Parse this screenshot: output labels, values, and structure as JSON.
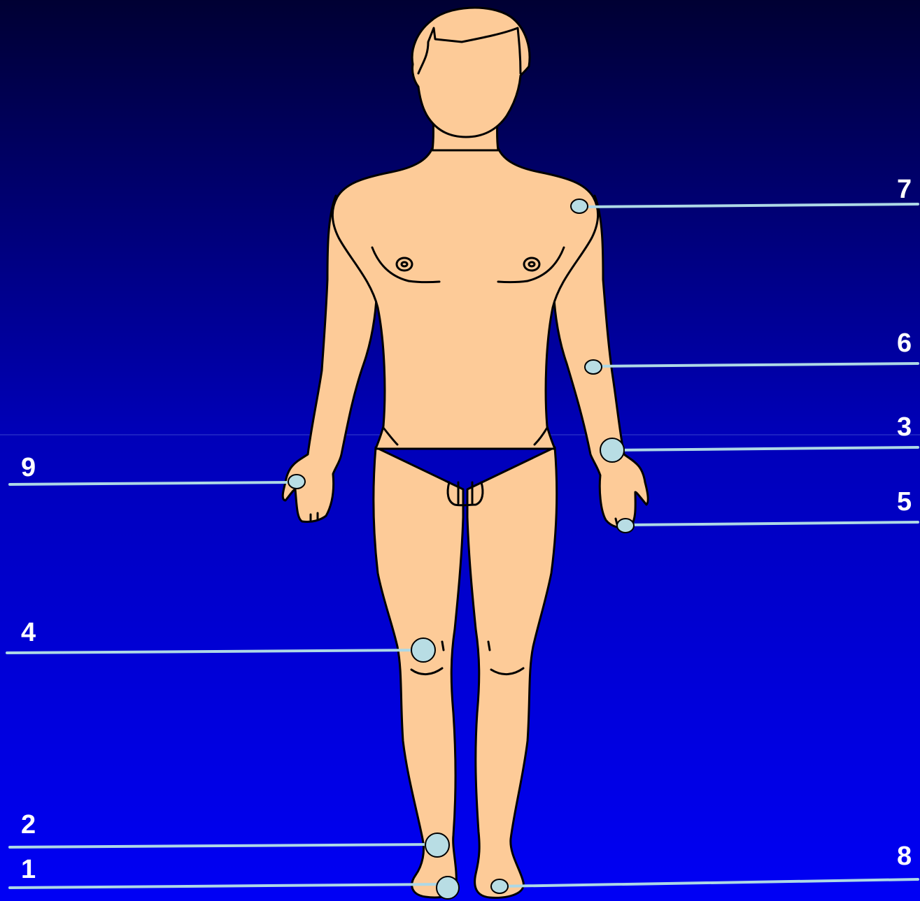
{
  "background": {
    "top_color": "#000033",
    "bottom_color": "#0000f5"
  },
  "figure": {
    "skin_color": "#fdcb98",
    "outline_color": "#000000",
    "marker_color": "#b8dde4",
    "leader_color": "#add8e6"
  },
  "labels": {
    "l1": "1",
    "l2": "2",
    "l3": "3",
    "l4": "4",
    "l5": "5",
    "l6": "6",
    "l7": "7",
    "l8": "8",
    "l9": "9"
  }
}
